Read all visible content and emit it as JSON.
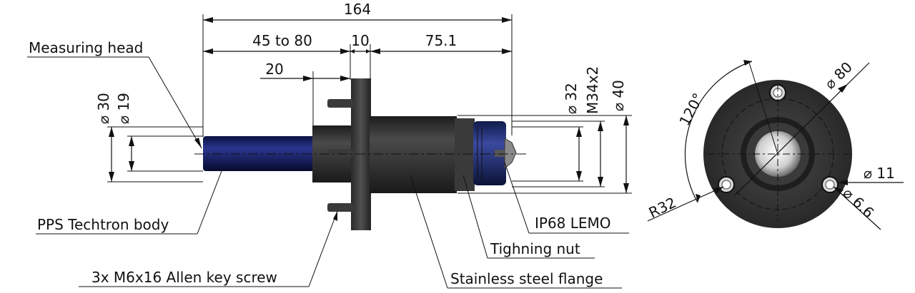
{
  "dimensions": {
    "overall_length": "164",
    "head_length": "45 to 80",
    "flange_thickness": "10",
    "rear_length": "75.1",
    "head_step": "20",
    "dia_30": "⌀ 30",
    "dia_19": "⌀ 19",
    "dia_32": "⌀ 32",
    "thread": "M34x2",
    "dia_40": "⌀ 40",
    "dia_80": "⌀ 80",
    "angle": "120°",
    "radius": "R32",
    "hole_11": "⌀ 11",
    "hole_66": "⌀ 6.6"
  },
  "labels": {
    "measuring_head": "Measuring head",
    "body": "PPS Techtron body",
    "screws": "3x M6x16 Allen key screw",
    "flange": "Stainless steel flange",
    "nut": "Tighning nut",
    "connector": "IP68 LEMO"
  },
  "colors": {
    "head": "#16205a",
    "metal": "#2f2f2f",
    "nut": "#1c2b6e",
    "line": "#111111"
  }
}
